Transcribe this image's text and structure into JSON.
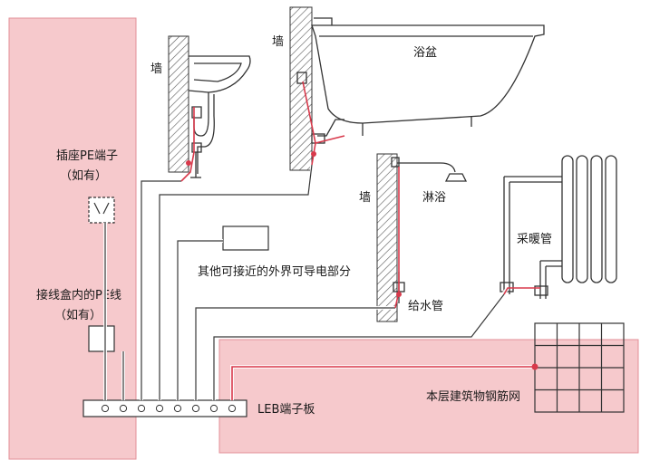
{
  "colors": {
    "zone_fill": "#f6c9cc",
    "zone_edge": "#e38f97",
    "wire": "#d8394b",
    "line": "#3a3a3a"
  },
  "labels": {
    "wall": "墙",
    "washbasin": "浴盆",
    "shower": "淋浴",
    "socket_pe": "插座PE端子",
    "socket_pe_note": "（如有）",
    "junction_pe": "接线盒内的PE线",
    "junction_pe_note": "（如有）",
    "other_parts": "其他可接近的外界可导电部分",
    "water_pipe": "给水管",
    "heating_pipe": "采暖管",
    "leb": "LEB端子板",
    "rebar_mesh": "本层建筑物钢筋网"
  }
}
